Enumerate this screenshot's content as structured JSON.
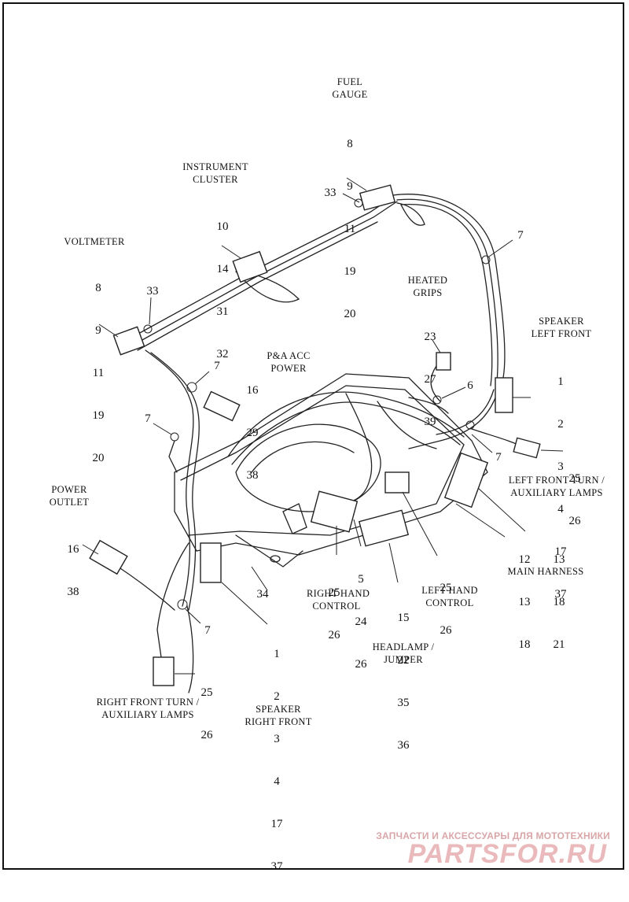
{
  "callouts": {
    "fuel_gauge": {
      "name": "FUEL\nGAUGE",
      "numbers": [
        "8",
        "9",
        "11",
        "19",
        "20"
      ]
    },
    "instrument_cluster": {
      "name": "INSTRUMENT\nCLUSTER",
      "numbers": [
        "10",
        "14",
        "31",
        "32"
      ]
    },
    "voltmeter": {
      "name": "VOLTMETER",
      "numbers": [
        "8",
        "9",
        "11",
        "19",
        "20"
      ]
    },
    "heated_grips": {
      "name": "HEATED\nGRIPS",
      "numbers": [
        "23",
        "27",
        "39"
      ]
    },
    "speaker_left_front": {
      "name": "SPEAKER\nLEFT FRONT",
      "numbers": [
        "1",
        "2",
        "3",
        "4",
        "17",
        "37"
      ]
    },
    "pa_acc_power": {
      "name": "P&A ACC\nPOWER",
      "numbers": [
        "16",
        "29",
        "38"
      ]
    },
    "power_outlet": {
      "name": "POWER\nOUTLET",
      "numbers": [
        "16",
        "38"
      ]
    },
    "left_front_turn": {
      "name": "LEFT FRONT TURN /\nAUXILIARY LAMPS",
      "numbers": [
        "25",
        "26"
      ]
    },
    "main_harness": {
      "name": "MAIN HARNESS",
      "numbers_a": [
        "12",
        "13",
        "18"
      ],
      "numbers_b": [
        "13",
        "18",
        "21"
      ]
    },
    "right_hand_control": {
      "name": "RIGHT HAND\nCONTROL",
      "numbers": [
        "25",
        "26"
      ]
    },
    "center_group": {
      "numbers": [
        "5",
        "24",
        "26"
      ]
    },
    "left_hand_control": {
      "name": "LEFT HAND\nCONTROL",
      "numbers": [
        "25",
        "26"
      ]
    },
    "headlamp_jumper": {
      "name": "HEADLAMP /\nJUMPER",
      "numbers": [
        "15",
        "22",
        "35",
        "36"
      ]
    },
    "speaker_right_front": {
      "name": "SPEAKER\nRIGHT FRONT",
      "numbers": [
        "1",
        "2",
        "3",
        "4",
        "17",
        "37"
      ]
    },
    "right_front_turn": {
      "name": "RIGHT FRONT TURN /\nAUXILIARY LAMPS",
      "numbers": [
        "25",
        "26"
      ]
    }
  },
  "single_callouts": {
    "c33_top": "33",
    "c33_left": "33",
    "c7_top_right": "7",
    "c7_mid_left": "7",
    "c7_left": "7",
    "c6": "6",
    "c7_right": "7",
    "c34": "34",
    "c7_bottom": "7"
  },
  "watermark": {
    "line1": "ЗАПЧАСТИ И АКСЕССУАРЫ ДЛЯ МОТОТЕХНИКИ",
    "logo": "PARTSFOR.RU"
  }
}
